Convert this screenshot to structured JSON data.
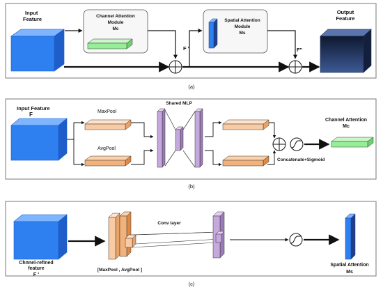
{
  "panel_a": {
    "input_label_line1": "Input",
    "input_label_line2": "Feature",
    "channel_module_line1": "Channel Attention",
    "channel_module_line2": "Module",
    "channel_module_line3": "Mc",
    "spatial_module_line1": "Spatial Attention",
    "spatial_module_line2": "Module",
    "spatial_module_line3": "Ms",
    "f_prime": "F '",
    "f_double_prime": "F\"",
    "output_label_line1": "Output",
    "output_label_line2": "Feature",
    "caption": "(a)"
  },
  "panel_b": {
    "input_label_line1": "Input Feature",
    "input_label_line2": "F",
    "maxpool": "MaxPool",
    "avgpool": "AvgPool",
    "shared_mlp": "Shared MLP",
    "channel_attention_line1": "Channel Attention",
    "channel_attention_line2": "Mc",
    "concat_sigmoid": "Concatenate+Sigmoid",
    "caption": "(b)"
  },
  "panel_c": {
    "input_label_line1": "Chnnel-refined",
    "input_label_line2": "feature",
    "input_label_line3": "F '",
    "pool_label": "[MaxPool , AvgPool ]",
    "conv_label": "Conv layer",
    "spatial_attention_line1": "Spatial Attention",
    "spatial_attention_line2": "Ms",
    "caption": "(c)"
  },
  "colors": {
    "blue": "#2e7ff0",
    "green": "#98ee98",
    "orange": "#f2b27a",
    "purple": "#c5a8dc",
    "dark": "#1f2d52"
  }
}
